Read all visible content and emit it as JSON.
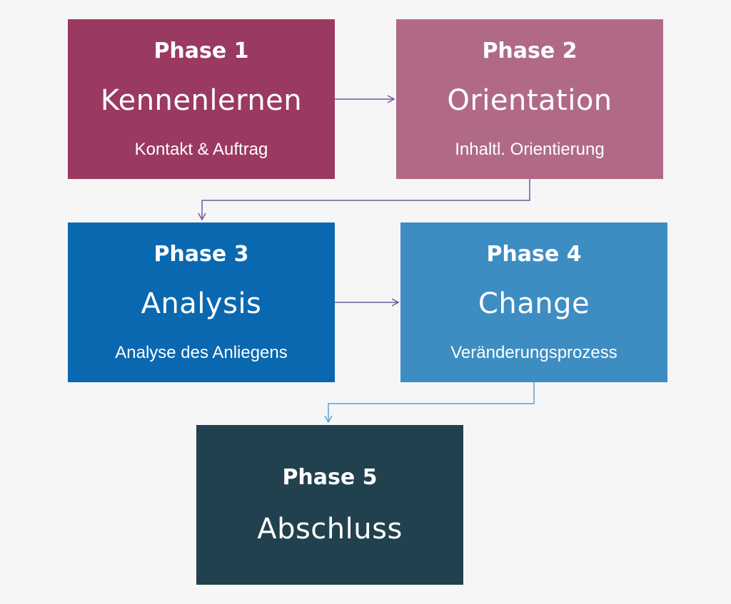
{
  "colors": {
    "background": "#f6f6f7",
    "phase1": "#9a3962",
    "phase2": "#b06a87",
    "phase3": "#0a68b0",
    "phase4": "#3d8dc3",
    "phase5": "#22414f",
    "connector_purple": "#6b5a9e",
    "connector_blue": "#5aa2d2",
    "text": "#ffffff"
  },
  "phases": [
    {
      "label": "Phase 1",
      "title": "Kennenlernen",
      "subtitle": "Kontakt & Auftrag"
    },
    {
      "label": "Phase 2",
      "title": "Orientation",
      "subtitle": "Inhaltl. Orientierung"
    },
    {
      "label": "Phase 3",
      "title": "Analysis",
      "subtitle": "Analyse des Anliegens"
    },
    {
      "label": "Phase 4",
      "title": "Change",
      "subtitle": "Veränderungsprozess"
    },
    {
      "label": "Phase 5",
      "title": "Abschluss"
    }
  ]
}
